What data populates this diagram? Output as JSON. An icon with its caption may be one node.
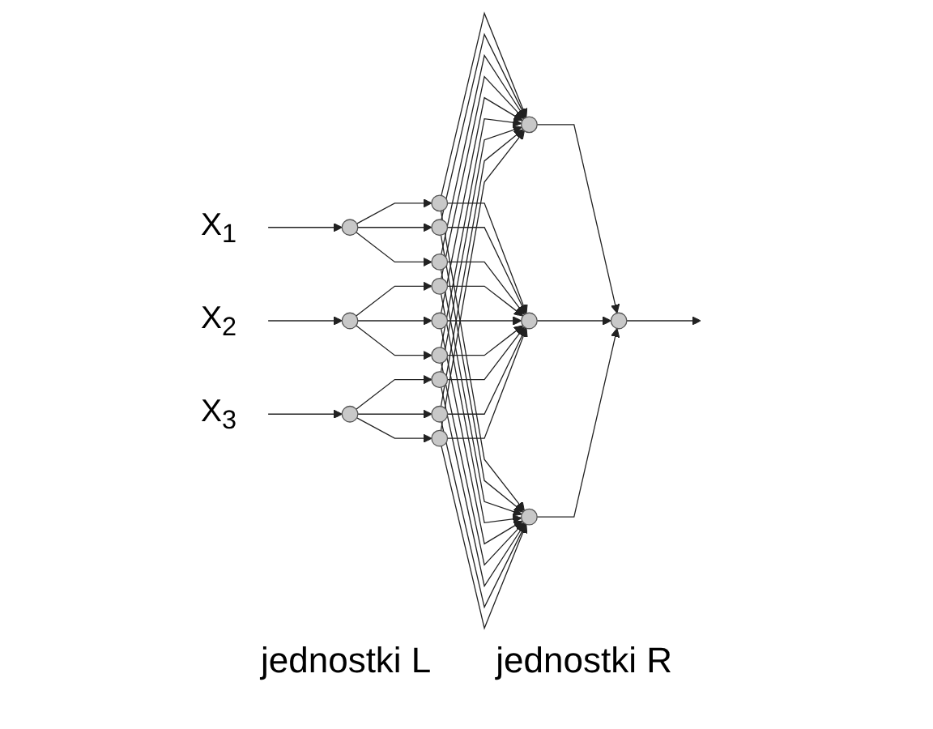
{
  "diagram": {
    "nodes": [
      {
        "text": [
          "X$_{1}$"
        ]
      },
      {
        "text": [
          "X$_{2}$"
        ]
      },
      {
        "text": [
          "X$_{3}$"
        ]
      },
      {
        "text": [],
        "shape": "circle"
      },
      {
        "text": [],
        "shape": "circle"
      },
      {
        "text": [],
        "shape": "circle"
      },
      {
        "text": [],
        "shape": "circle"
      },
      {
        "text": [],
        "shape": "circle"
      },
      {
        "text": [],
        "shape": "circle"
      },
      {
        "text": [],
        "shape": "circle"
      },
      {
        "text": [],
        "shape": "circle"
      },
      {
        "text": [],
        "shape": "circle"
      },
      {
        "text": [],
        "shape": "circle"
      },
      {
        "text": [],
        "shape": "circle"
      },
      {
        "text": [],
        "shape": "circle"
      },
      {
        "text": [],
        "shape": "circle"
      },
      {
        "text": [],
        "shape": "circle"
      },
      {
        "text": [],
        "shape": "circle"
      },
      {
        "text": [],
        "shape": "circle"
      }
    ],
    "edges": [
      {
        "from": 0,
        "to": 3,
        "arrow": "to"
      },
      {
        "from": 1,
        "to": 4,
        "arrow": "to"
      },
      {
        "from": 2,
        "to": 5,
        "arrow": "to"
      },
      {
        "from": 3,
        "to": 6,
        "arrow": "to"
      },
      {
        "from": 3,
        "to": 7,
        "arrow": "to"
      },
      {
        "from": 3,
        "to": 8,
        "arrow": "to"
      },
      {
        "from": 4,
        "to": 9,
        "arrow": "to"
      },
      {
        "from": 4,
        "to": 10,
        "arrow": "to"
      },
      {
        "from": 4,
        "to": 11,
        "arrow": "to"
      },
      {
        "from": 5,
        "to": 12,
        "arrow": "to"
      },
      {
        "from": 5,
        "to": 13,
        "arrow": "to"
      },
      {
        "from": 5,
        "to": 14,
        "arrow": "to"
      },
      {
        "from": 6,
        "to": 15,
        "arrow": "to"
      },
      {
        "from": 6,
        "to": 16,
        "arrow": "to"
      },
      {
        "from": 6,
        "to": 17,
        "arrow": "to"
      },
      {
        "from": 7,
        "to": 15,
        "arrow": "to"
      },
      {
        "from": 7,
        "to": 16,
        "arrow": "to"
      },
      {
        "from": 7,
        "to": 17,
        "arrow": "to"
      },
      {
        "from": 8,
        "to": 15,
        "arrow": "to"
      },
      {
        "from": 8,
        "to": 16,
        "arrow": "to"
      },
      {
        "from": 8,
        "to": 17,
        "arrow": "to"
      },
      {
        "from": 9,
        "to": 15,
        "arrow": "to"
      },
      {
        "from": 9,
        "to": 16,
        "arrow": "to"
      },
      {
        "from": 9,
        "to": 17,
        "arrow": "to"
      },
      {
        "from": 10,
        "to": 15,
        "arrow": "to"
      },
      {
        "from": 10,
        "to": 16,
        "arrow": "to"
      },
      {
        "from": 10,
        "to": 17,
        "arrow": "to"
      },
      {
        "from": 11,
        "to": 15,
        "arrow": "to"
      },
      {
        "from": 11,
        "to": 16,
        "arrow": "to"
      },
      {
        "from": 11,
        "to": 17,
        "arrow": "to"
      },
      {
        "from": 12,
        "to": 15,
        "arrow": "to"
      },
      {
        "from": 12,
        "to": 16,
        "arrow": "to"
      },
      {
        "from": 12,
        "to": 17,
        "arrow": "to"
      },
      {
        "from": 13,
        "to": 15,
        "arrow": "to"
      },
      {
        "from": 13,
        "to": 16,
        "arrow": "to"
      },
      {
        "from": 13,
        "to": 17,
        "arrow": "to"
      },
      {
        "from": 14,
        "to": 15,
        "arrow": "to"
      },
      {
        "from": 14,
        "to": 16,
        "arrow": "to"
      },
      {
        "from": 14,
        "to": 17,
        "arrow": "to"
      },
      {
        "from": 15,
        "to": 18,
        "arrow": "to"
      },
      {
        "from": 16,
        "to": 18,
        "arrow": "to"
      },
      {
        "from": 17,
        "to": 18,
        "arrow": "to"
      },
      {
        "from": 18,
        "to": null,
        "arrow": "to"
      }
    ],
    "labels": [
      "jednostki L",
      "jednostki R"
    ]
  }
}
